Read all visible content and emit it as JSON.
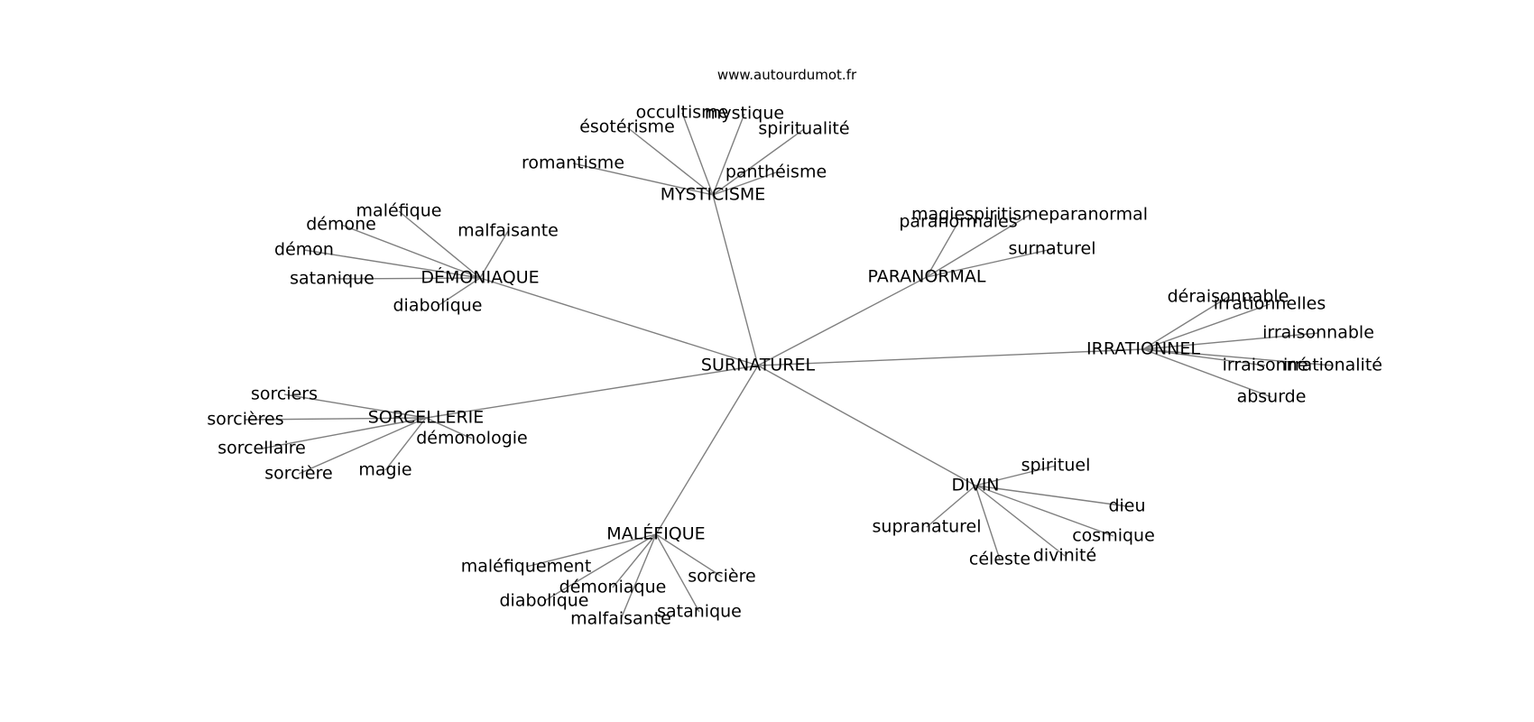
{
  "source": "www.autourdumot.fr",
  "colors": {
    "edge": "#7f7f7f",
    "text": "#000000",
    "background": "#ffffff"
  },
  "graph": {
    "root": "SURNATUREL",
    "branches": [
      {
        "hub": "MYSTICISME",
        "leaves": [
          "occultisme",
          "mystique",
          "ésotérisme",
          "spiritualité",
          "romantisme",
          "panthéisme"
        ]
      },
      {
        "hub": "DÉMONIAQUE",
        "leaves": [
          "maléfique",
          "démone",
          "malfaisante",
          "démon",
          "satanique",
          "diabolique"
        ]
      },
      {
        "hub": "PARANORMAL",
        "leaves": [
          "magiespiritismeparanormal",
          "paranormales",
          "surnaturel"
        ]
      },
      {
        "hub": "IRRATIONNEL",
        "leaves": [
          "déraisonnable",
          "irrationnelles",
          "irraisonnable",
          "irraisonné",
          "irrationalité",
          "absurde"
        ]
      },
      {
        "hub": "SORCELLERIE",
        "leaves": [
          "sorciers",
          "sorcières",
          "démonologie",
          "sorcellaire",
          "sorcière",
          "magie"
        ]
      },
      {
        "hub": "DIVIN",
        "leaves": [
          "spirituel",
          "dieu",
          "supranaturel",
          "cosmique",
          "divinité",
          "céleste"
        ]
      },
      {
        "hub": "MALÉFIQUE",
        "leaves": [
          "maléfiquement",
          "sorcière",
          "démoniaque",
          "diabolique",
          "satanique",
          "malfaisante"
        ]
      }
    ]
  }
}
